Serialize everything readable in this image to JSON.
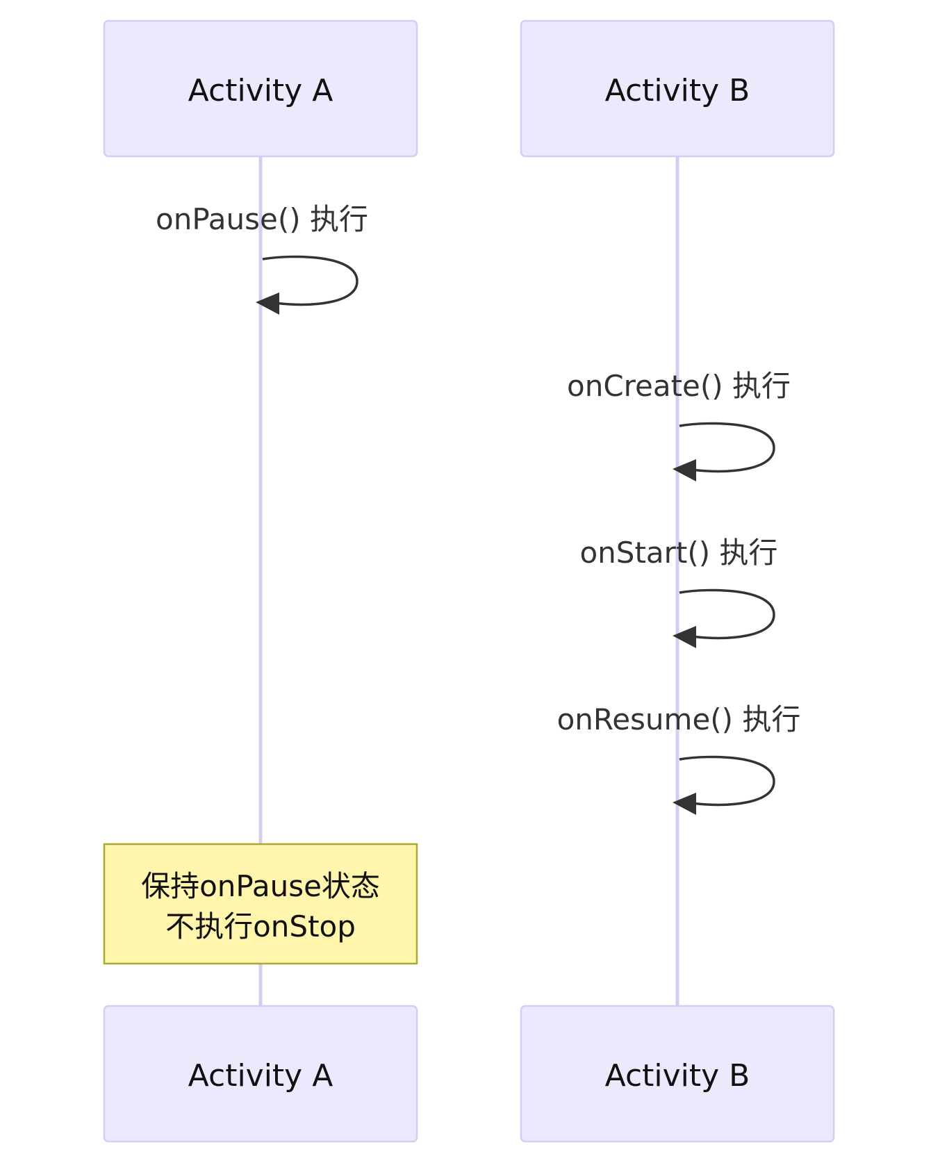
{
  "participants": [
    {
      "id": "A",
      "label": "Activity A"
    },
    {
      "id": "B",
      "label": "Activity B"
    }
  ],
  "messages": [
    {
      "participant": "A",
      "label": "onPause() 执行"
    },
    {
      "participant": "B",
      "label": "onCreate() 执行"
    },
    {
      "participant": "B",
      "label": "onStart() 执行"
    },
    {
      "participant": "B",
      "label": "onResume() 执行"
    }
  ],
  "note": {
    "participant": "A",
    "lines": [
      "保持onPause状态",
      "不执行onStop"
    ]
  },
  "colors": {
    "actor_fill": "#eaeafc",
    "actor_stroke": "#d5ccf4",
    "lifeline": "#d6cef2",
    "note_fill": "#fff5ad",
    "note_stroke": "#aaaa33",
    "message_line": "#333333"
  }
}
